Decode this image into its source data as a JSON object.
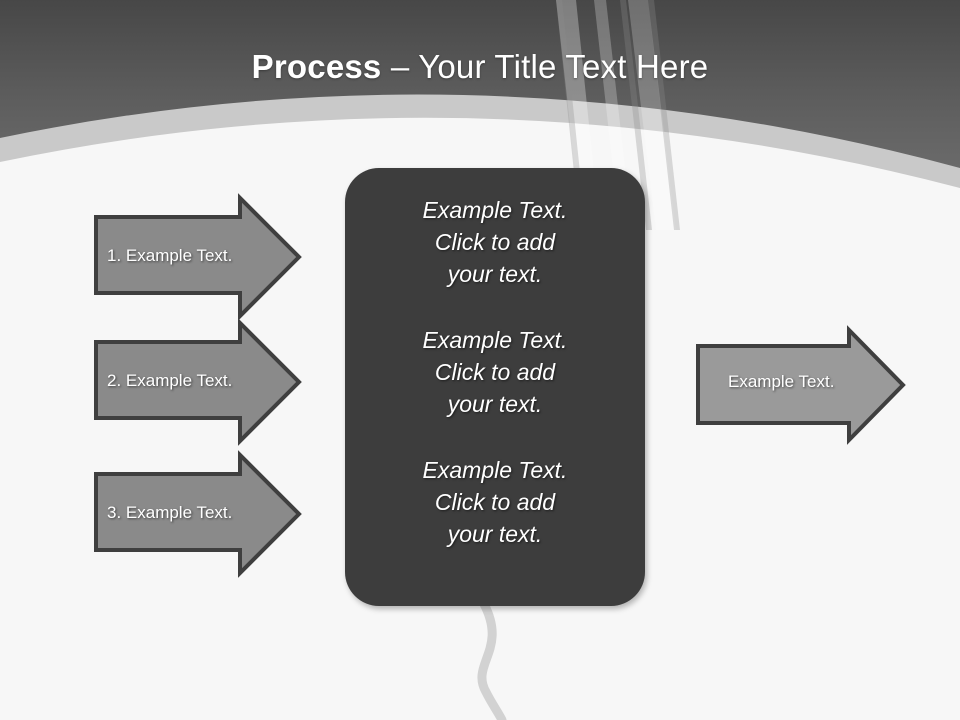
{
  "slide": {
    "title": {
      "strong": "Process",
      "dash": " – ",
      "rest": "Your Title Text Here"
    },
    "background": {
      "header_top_color": "#4b4b4b",
      "header_bottom_color": "#636363",
      "band_color": "#c9c9c9",
      "body_color": "#f7f7f7",
      "accent_line_color": "#d2d2d2"
    }
  },
  "input_arrows": [
    {
      "label": "1. Example Text.",
      "fill": "#8a8a8a",
      "stroke": "#3f3f3f"
    },
    {
      "label": "2. Example Text.",
      "fill": "#8a8a8a",
      "stroke": "#3f3f3f"
    },
    {
      "label": "3. Example Text.",
      "fill": "#8a8a8a",
      "stroke": "#3f3f3f"
    }
  ],
  "center_panel": {
    "fill": "#3d3d3d",
    "blocks": [
      {
        "text": "Example Text.\nClick  to add\nyour text."
      },
      {
        "text": "Example Text.\nClick  to add\nyour text."
      },
      {
        "text": "Example Text.\nClick  to add\nyour text."
      }
    ]
  },
  "output_arrow": {
    "label": "Example Text.",
    "fill": "#9a9a9a",
    "stroke": "#3f3f3f"
  }
}
